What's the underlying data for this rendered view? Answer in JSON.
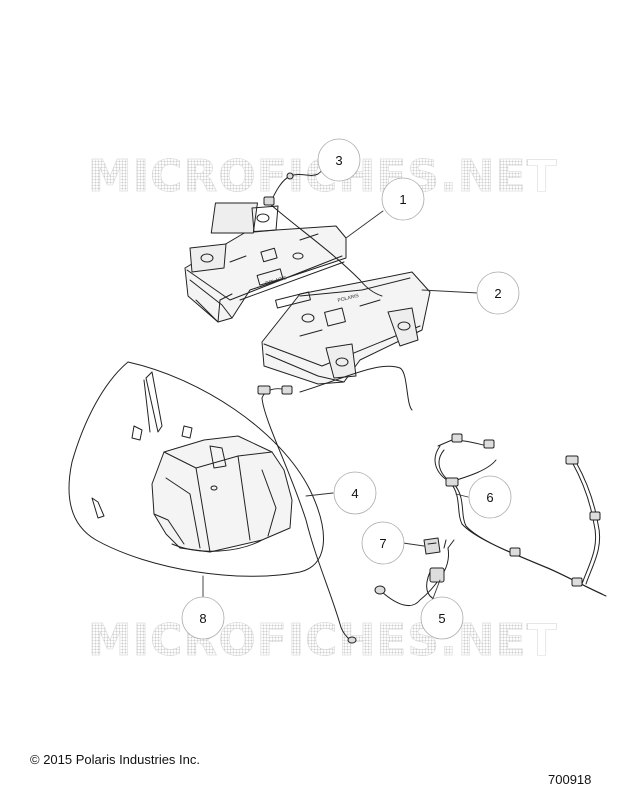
{
  "watermarks": [
    "MICROFICHES.NET",
    "MICROFICHES.NET"
  ],
  "callouts": [
    "1",
    "2",
    "3",
    "4",
    "5",
    "6",
    "7",
    "8"
  ],
  "footer": {
    "copyright": "© 2015 Polaris Industries Inc.",
    "figure_id": "700918"
  },
  "part_labels": {
    "brand": "POLARIS"
  }
}
